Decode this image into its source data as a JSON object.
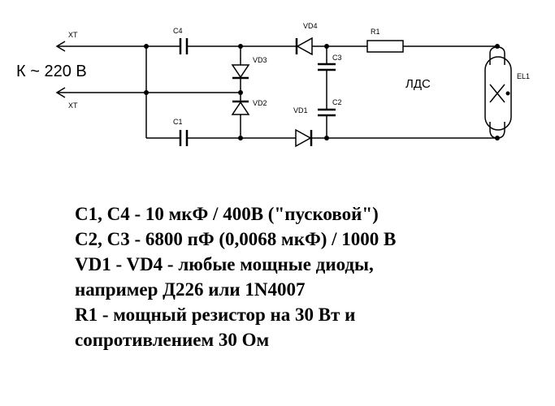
{
  "diagram": {
    "supply_label": "К ~ 220 В",
    "terminal_top": "XT",
    "terminal_bottom": "XT",
    "components": {
      "c4": "C4",
      "c1": "C1",
      "c3": "C3",
      "c2": "C2",
      "vd1": "VD1",
      "vd2": "VD2",
      "vd3": "VD3",
      "vd4": "VD4",
      "r1": "R1",
      "el1": "EL1"
    },
    "lamp_label": "ЛДС"
  },
  "legend": [
    "C1, C4 - 10 мкФ / 400В (\"пусковой\")",
    "C2, C3 - 6800 пФ (0,0068 мкФ) / 1000 В",
    "VD1 - VD4 - любые мощные диоды,",
    "например Д226 или 1N4007",
    "R1 - мощный резистор на 30 Вт и",
    "сопротивлением 30 Ом"
  ]
}
